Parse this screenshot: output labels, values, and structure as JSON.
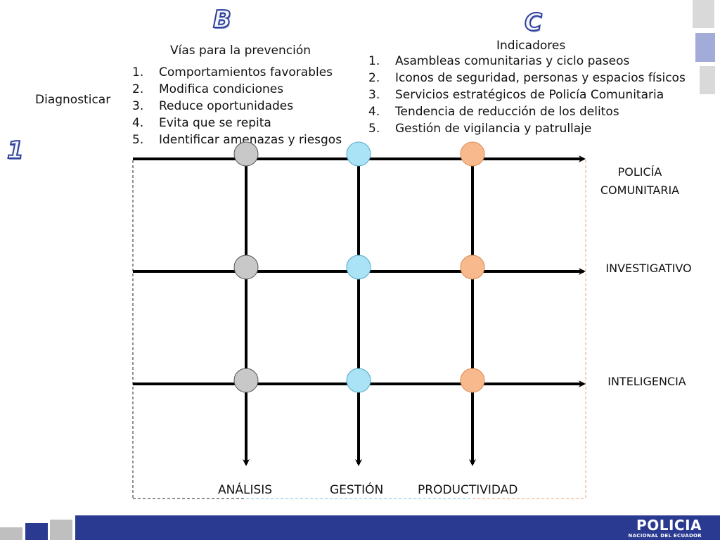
{
  "markers": {
    "b": "B",
    "c": "C",
    "one": "1"
  },
  "section_b": {
    "title": "Vías para la prevención",
    "items": [
      {
        "n": "1.",
        "text": "Comportamientos favorables"
      },
      {
        "n": "2.",
        "text": "Modifica condiciones"
      },
      {
        "n": "3.",
        "text": "Reduce oportunidades"
      },
      {
        "n": "4.",
        "text": "Evita que se repita"
      },
      {
        "n": "5.",
        "text": "Identificar amenazas y riesgos"
      }
    ]
  },
  "section_c": {
    "title": "Indicadores",
    "items": [
      {
        "n": "1.",
        "text": "Asambleas comunitarias y ciclo paseos"
      },
      {
        "n": "2.",
        "text": "Iconos de seguridad, personas y espacios físicos"
      },
      {
        "n": "3.",
        "text": "Servicios estratégicos de Policía Comunitaria"
      },
      {
        "n": "4.",
        "text": "Tendencia de reducción de los delitos"
      },
      {
        "n": "5.",
        "text": "Gestión de vigilancia y patrullaje"
      }
    ]
  },
  "diagnosticar": "Diagnosticar",
  "rows": [
    {
      "line1": "POLICÍA",
      "line2": "COMUNITARIA"
    },
    {
      "line1": "INVESTIGATIVO",
      "line2": ""
    },
    {
      "line1": "INTELIGENCIA",
      "line2": ""
    }
  ],
  "columns": [
    "ANÁLISIS",
    "GESTIÓN",
    "PRODUCTIVIDAD"
  ],
  "colors": {
    "node_analysis": "#c8c8c8",
    "node_gestion": "#a9e3f5",
    "node_productividad": "#f8b98c",
    "footer": "#2b3a91",
    "accent_dark": "#2e3f9b",
    "accent_light": "#a3acd8"
  },
  "footer": {
    "logo_main": "POLICIA",
    "logo_sub": "NACIONAL DEL ECUADOR"
  }
}
